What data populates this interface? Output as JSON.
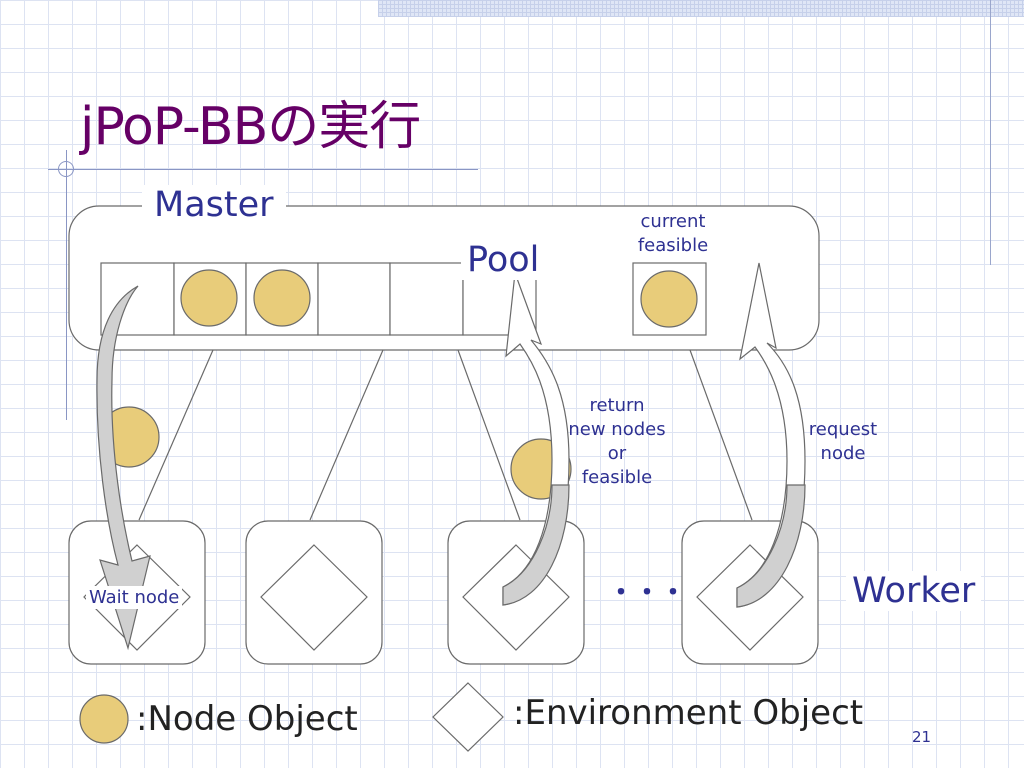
{
  "slide": {
    "title": "jPoP-BBの実行",
    "page_number": "21"
  },
  "diagram": {
    "master_label": "Master",
    "pool_label": "Pool",
    "current_feasible_line1": "current",
    "current_feasible_line2": "feasible",
    "return_line1": "return",
    "return_line2": "new nodes",
    "return_line3": "or",
    "return_line4": "feasible",
    "request_line1": "request",
    "request_line2": "node",
    "wait_node_label": "Wait node",
    "ellipsis": "・・・",
    "worker_label": "Worker"
  },
  "legend": {
    "node_object_label": ":Node Object",
    "environment_object_label": ":Environment Object"
  },
  "colors": {
    "title": "#660066",
    "label": "#2e3192",
    "node_fill": "#e8cc7a",
    "arrow_fill": "#d0d0d0"
  }
}
